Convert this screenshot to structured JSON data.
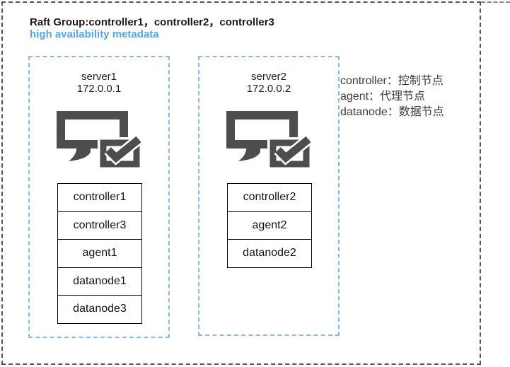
{
  "title": {
    "line1": "Raft Group:controller1，controller2，controller3",
    "line2": "high availability metadata"
  },
  "legend": {
    "lines": [
      "controller：控制节点",
      "agent：代理节点",
      "datanode：数据节点"
    ]
  },
  "servers": [
    {
      "name": "server1",
      "ip": "172.0.0.1",
      "icon": "monitor-checkbox-icon",
      "nodes": [
        "controller1",
        "controller3",
        "agent1",
        "datanode1",
        "datanode3"
      ]
    },
    {
      "name": "server2",
      "ip": "172.0.0.2",
      "icon": "monitor-checkbox-icon",
      "nodes": [
        "controller2",
        "agent2",
        "datanode2"
      ]
    }
  ],
  "colors": {
    "title_accent_blue": "#54a4f0",
    "group_box_dash_blue": "#8abaec",
    "icon_gray": "#4d4d4d",
    "page_border_dash": "#555555",
    "node_box_border": "#000000"
  }
}
